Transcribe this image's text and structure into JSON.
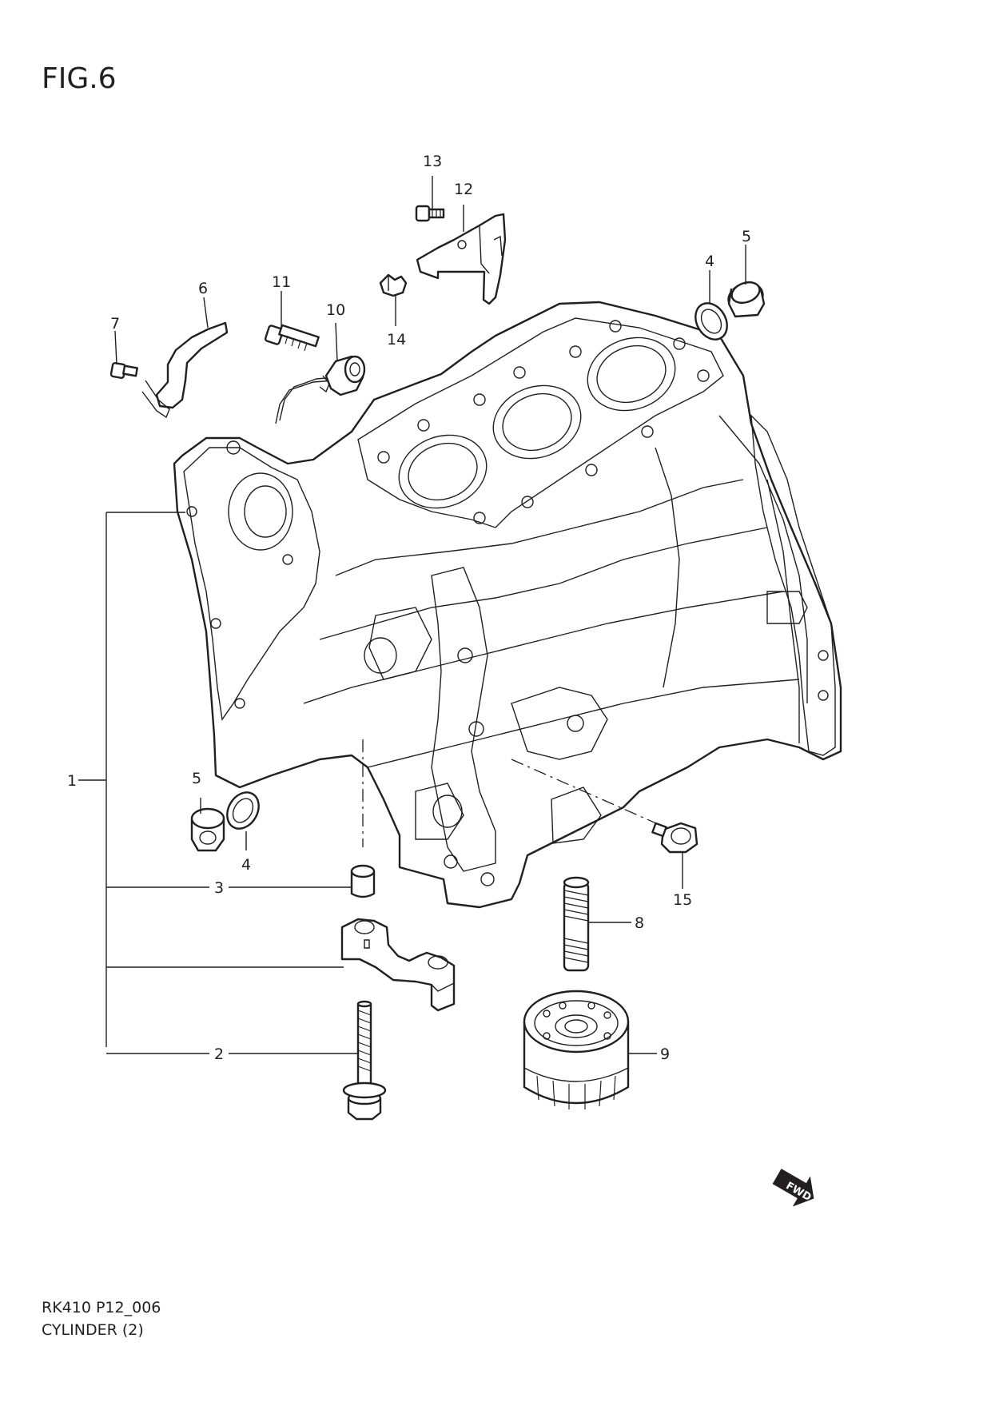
{
  "figure": {
    "label": "FIG.6"
  },
  "footer": {
    "code": "RK410 P12_006",
    "name": "CYLINDER (2)"
  },
  "fwd_badge": {
    "text": "FWD"
  },
  "callouts": [
    {
      "id": "c1",
      "text": "1"
    },
    {
      "id": "c2",
      "text": "2"
    },
    {
      "id": "c3",
      "text": "3"
    },
    {
      "id": "c4a",
      "text": "4"
    },
    {
      "id": "c4b",
      "text": "4"
    },
    {
      "id": "c5a",
      "text": "5"
    },
    {
      "id": "c5b",
      "text": "5"
    },
    {
      "id": "c6",
      "text": "6"
    },
    {
      "id": "c7",
      "text": "7"
    },
    {
      "id": "c8",
      "text": "8"
    },
    {
      "id": "c9",
      "text": "9"
    },
    {
      "id": "c10",
      "text": "10"
    },
    {
      "id": "c11",
      "text": "11"
    },
    {
      "id": "c12",
      "text": "12"
    },
    {
      "id": "c13",
      "text": "13"
    },
    {
      "id": "c14",
      "text": "14"
    },
    {
      "id": "c15",
      "text": "15"
    }
  ]
}
